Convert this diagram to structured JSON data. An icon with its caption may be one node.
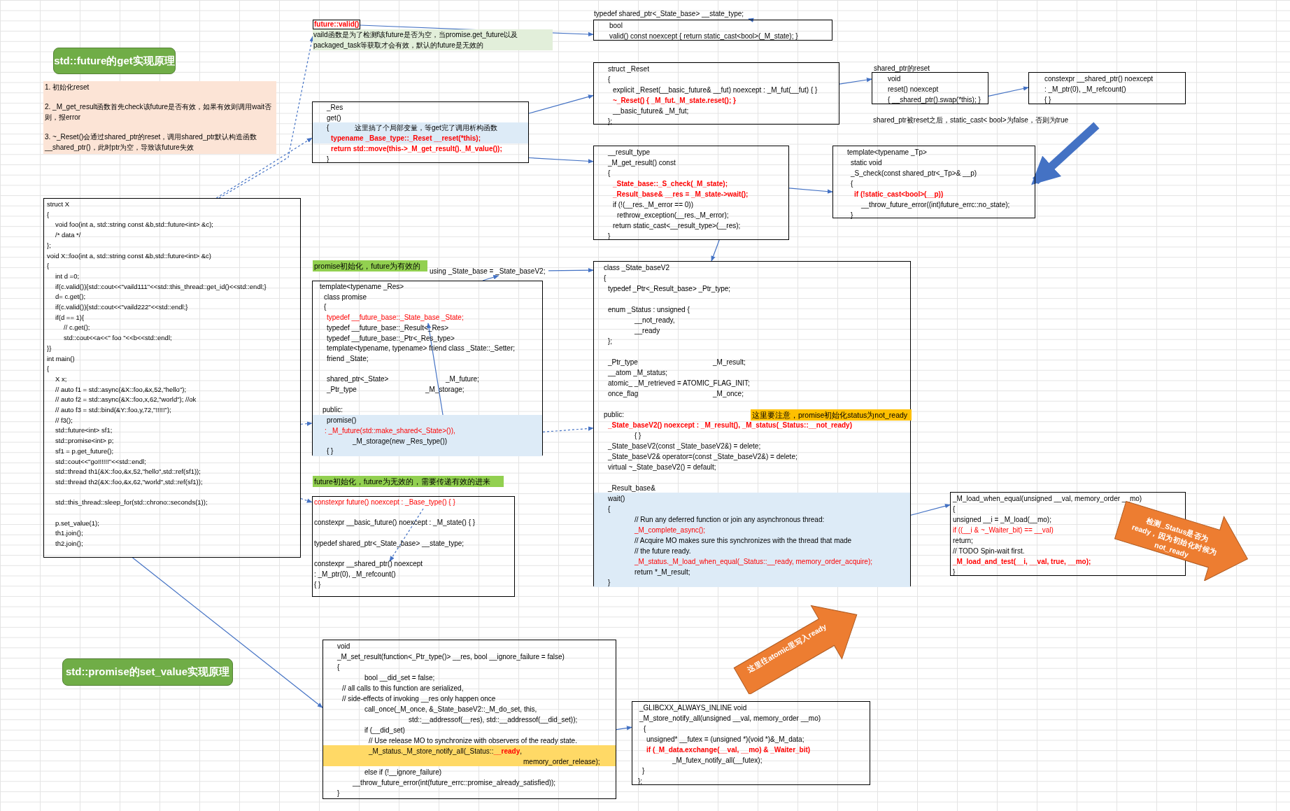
{
  "diagram": {
    "nodes": [
      {
        "text": [
          "std::future的get实现原理"
        ]
      },
      {
        "text": [
          "1. 初始化reset",
          "2. _M_get_result函数首先check该future是否有效，如果有效则调用wait否则，报error",
          "3. ~_Reset()会通过shared_ptr的reset，调用shared_ptr默认构造函数__shared_ptr()，此时ptr为空，导致该future失效"
        ]
      },
      {
        "text": [
          "struct X",
          "{",
          "void foo(int a, std::string const &b,std::future<int> &c);",
          "/* data */",
          "};",
          "void X::foo(int a, std::string const &b,std::future<int> &c)",
          "{",
          "int d =0;",
          "if(c.valid()){std::cout<<\"vaild111\"<<std::this_thread::get_id()<<std::endl;}",
          "d= c.get();",
          "if(c.valid()){std::cout<<\"vaild222\"<<std::endl;}",
          "if(d == 1){",
          "// c.get();",
          "std::cout<<a<<\" foo \"<<b<<std::endl;",
          "}}",
          "int main()",
          "{",
          "X x;",
          "// auto f1 = std::async(&X::foo,&x,52,\"hello\");",
          "// auto f2 = std::async(&X::foo,x,62,\"world\");  //ok",
          "// auto f3 = std::bind(&Y::foo,y,72,\"!!!!!\");",
          "// f3();",
          "std::future<int> sf1;",
          "std::promise<int> p;",
          "sf1 = p.get_future();",
          "std::cout<<\"go!!!!!!\"<<std::endl;",
          "std::thread th1(&X::foo,&x,52,\"hello\",std::ref(sf1));",
          "std::thread th2(&X::foo,&x,62,\"world\",std::ref(sf1));",
          "std::this_thread::sleep_for(std::chrono::seconds(1));",
          "p.set_value(1);",
          "th1.join();",
          "th2.join();"
        ]
      },
      {
        "text": [
          "future::valid()"
        ]
      },
      {
        "text": [
          "vaild函数是为了检测f该future是否为空，当promise.get_future以及packaged_task等获取才会有效，默认的future是无效的"
        ]
      },
      {
        "text": [
          "typedef shared_ptr<_State_base> __state_type;"
        ]
      },
      {
        "text": [
          "bool",
          "valid() const noexcept { return static_cast<bool>(_M_state); }"
        ]
      },
      {
        "text": [
          "_Res",
          "get()",
          "{",
          "这里搞了个局部变量，等get完了调用析构函数",
          "typename _Base_type::_Reset __reset(*this);",
          "return std::move(this->_M_get_result()._M_value());",
          "}"
        ]
      },
      {
        "text": [
          "struct _Reset",
          "{",
          "explicit _Reset(__basic_future& __fut) noexcept : _M_fut(__fut) { }",
          "~_Reset() { _M_fut._M_state.reset(); }",
          "__basic_future& _M_fut;",
          "};"
        ]
      },
      {
        "text": [
          "shared_ptr的reset",
          "void",
          "reset() noexcept",
          "{ __shared_ptr().swap(*this); }"
        ]
      },
      {
        "text": [
          "constexpr __shared_ptr() noexcept",
          ": _M_ptr(0), _M_refcount()",
          "{ }"
        ]
      },
      {
        "text": [
          "shared_ptr被reset之后，static_cast< bool>为false，否则为true"
        ]
      },
      {
        "text": [
          "__result_type",
          "_M_get_result() const",
          "{",
          "_State_base::_S_check(_M_state);",
          "_Result_base& __res = _M_state->wait();",
          "if (!(__res._M_error == 0))",
          "rethrow_exception(__res._M_error);",
          "return static_cast<__result_type>(__res);",
          "}"
        ]
      },
      {
        "text": [
          "template<typename _Tp>",
          "static void",
          "_S_check(const shared_ptr<_Tp>& __p)",
          "{",
          "if (!static_cast<bool>(__p))",
          "__throw_future_error((int)future_errc::no_state);",
          "}"
        ]
      },
      {
        "text": [
          "promise初始化，future为有效的"
        ]
      },
      {
        "text": [
          "using _State_base = _State_baseV2;"
        ]
      },
      {
        "text": [
          "template<typename _Res>",
          "class promise",
          "{",
          "typedef __future_base::_State_base _State;",
          "typedef __future_base::_Result<_Res>",
          "typedef __future_base::_Ptr<_Res_type>",
          "template<typename, typename> friend class _State::_Setter;",
          "friend _State;",
          "shared_ptr<_State>",
          "_M_future;",
          "_Ptr_type",
          "_M_storage;",
          "public:",
          "promise()",
          ": _M_future(std::make_shared<_State>()),",
          "_M_storage(new _Res_type())",
          "{ }"
        ]
      },
      {
        "text": [
          "future初始化，future为无效的，需要传递有效的进来"
        ]
      },
      {
        "text": [
          "constexpr future() noexcept : _Base_type() { }",
          "constexpr __basic_future() noexcept : _M_state() { }",
          "typedef shared_ptr<_State_base> __state_type;",
          "constexpr __shared_ptr() noexcept",
          ": _M_ptr(0), _M_refcount()",
          "{ }"
        ]
      },
      {
        "text": [
          "class _State_baseV2",
          "{",
          "typedef _Ptr<_Result_base> _Ptr_type;",
          "enum _Status : unsigned {",
          "__not_ready,",
          "__ready",
          "};",
          "_Ptr_type",
          "_M_result;",
          "__atom _M_status;",
          "atomic_ _M_retrieved = ATOMIC_FLAG_INIT;",
          "once_flag",
          "_M_once;",
          "public:",
          "_State_baseV2() noexcept : _M_result(), _M_status(_Status::__not_ready)",
          "{ }",
          "_State_baseV2(const _State_baseV2&) = delete;",
          "_State_baseV2& operator=(const _State_baseV2&) = delete;",
          "virtual ~_State_baseV2() = default;",
          "_Result_base&",
          "wait()",
          "{",
          "// Run any deferred function or join any asynchronous thread:",
          "_M_complete_async();",
          "// Acquire MO makes sure this synchronizes with the thread that made",
          "// the future ready.",
          "_M_status._M_load_when_equal(_Status::__ready, memory_order_acquire);",
          "return *_M_result;",
          "}"
        ]
      },
      {
        "text": [
          "这里要注意，promise初始化status为not_ready"
        ],
        "in": 19
      },
      {
        "text": [
          "_M_load_when_equal(unsigned __val, memory_order __mo)",
          "{",
          "unsigned __i = _M_load(__mo);",
          "if ((__i & ~_Waiter_bit) == __val)",
          "return;",
          "// TODO Spin-wait first.",
          "_M_load_and_test(__i, __val, true, __mo);",
          "}"
        ]
      },
      {
        "text": [
          "检测_Status是否为ready，因为初始化时候为not_ready"
        ]
      },
      {
        "text": [
          "std::promise的set_value实现原理"
        ]
      },
      {
        "text": [
          "void",
          "_M_set_result(function<_Ptr_type()> __res, bool __ignore_failure = false)",
          "{",
          "bool __did_set = false;",
          "// all calls to this function are serialized,",
          "// side-effects of invoking __res only happen once",
          "call_once(_M_once, &_State_baseV2::_M_do_set, this,",
          "std::__addressof(__res), std::__addressof(__did_set));",
          "if (__did_set)",
          "// Use release MO to synchronize with observers of the ready state.",
          "_M_status._M_store_notify_all(_Status::**__ready**,",
          "memory_order_release);",
          "else if (!__ignore_failure)",
          "__throw_future_error(int(future_errc::promise_already_satisfied));",
          "}"
        ]
      },
      {
        "text": [
          "这里往atomic里写入ready"
        ]
      },
      {
        "text": [
          "_GLIBCXX_ALWAYS_INLINE void",
          "_M_store_notify_all(unsigned __val, memory_order __mo)",
          "{",
          "unsigned* __futex = (unsigned *)(void *)&_M_data;",
          "if (_M_data.exchange(__val, __mo) & _Waiter_bit)",
          "_M_futex_notify_all(__futex);",
          "}",
          "};"
        ]
      }
    ],
    "edges": [
      {
        "from": 2,
        "to": 4,
        "arrow": "to",
        "style": "dashed"
      },
      {
        "from": 2,
        "to": 7,
        "arrow": "to",
        "style": "dashed"
      },
      {
        "from": 3,
        "to": 6,
        "arrow": "to"
      },
      {
        "from": 6,
        "to": 5,
        "arrow": "to"
      },
      {
        "from": 7,
        "to": 8,
        "arrow": "to"
      },
      {
        "from": 8,
        "to": 9,
        "arrow": "to"
      },
      {
        "from": 9,
        "to": 10,
        "arrow": "to"
      },
      {
        "from": 7,
        "to": 12,
        "arrow": "to"
      },
      {
        "from": 12,
        "to": 13,
        "arrow": "to"
      },
      {
        "from": 11,
        "to": 13,
        "arrow": "to",
        "style": "thick"
      },
      {
        "from": 12,
        "to": 19,
        "arrow": "to"
      },
      {
        "from": 19,
        "to": 21,
        "arrow": "to"
      },
      {
        "from": 16,
        "to": 15,
        "arrow": "to"
      },
      {
        "from": 15,
        "to": 19,
        "arrow": "to"
      },
      {
        "from": 2,
        "to": 16,
        "arrow": "to",
        "style": "dashed"
      },
      {
        "from": 16,
        "to": 19,
        "arrow": "to",
        "style": "dashed"
      },
      {
        "from": 2,
        "to": 18,
        "arrow": "to",
        "style": "dashed"
      },
      {
        "from": 2,
        "to": 24,
        "arrow": "to"
      },
      {
        "from": 24,
        "to": 26,
        "arrow": "to"
      }
    ]
  }
}
